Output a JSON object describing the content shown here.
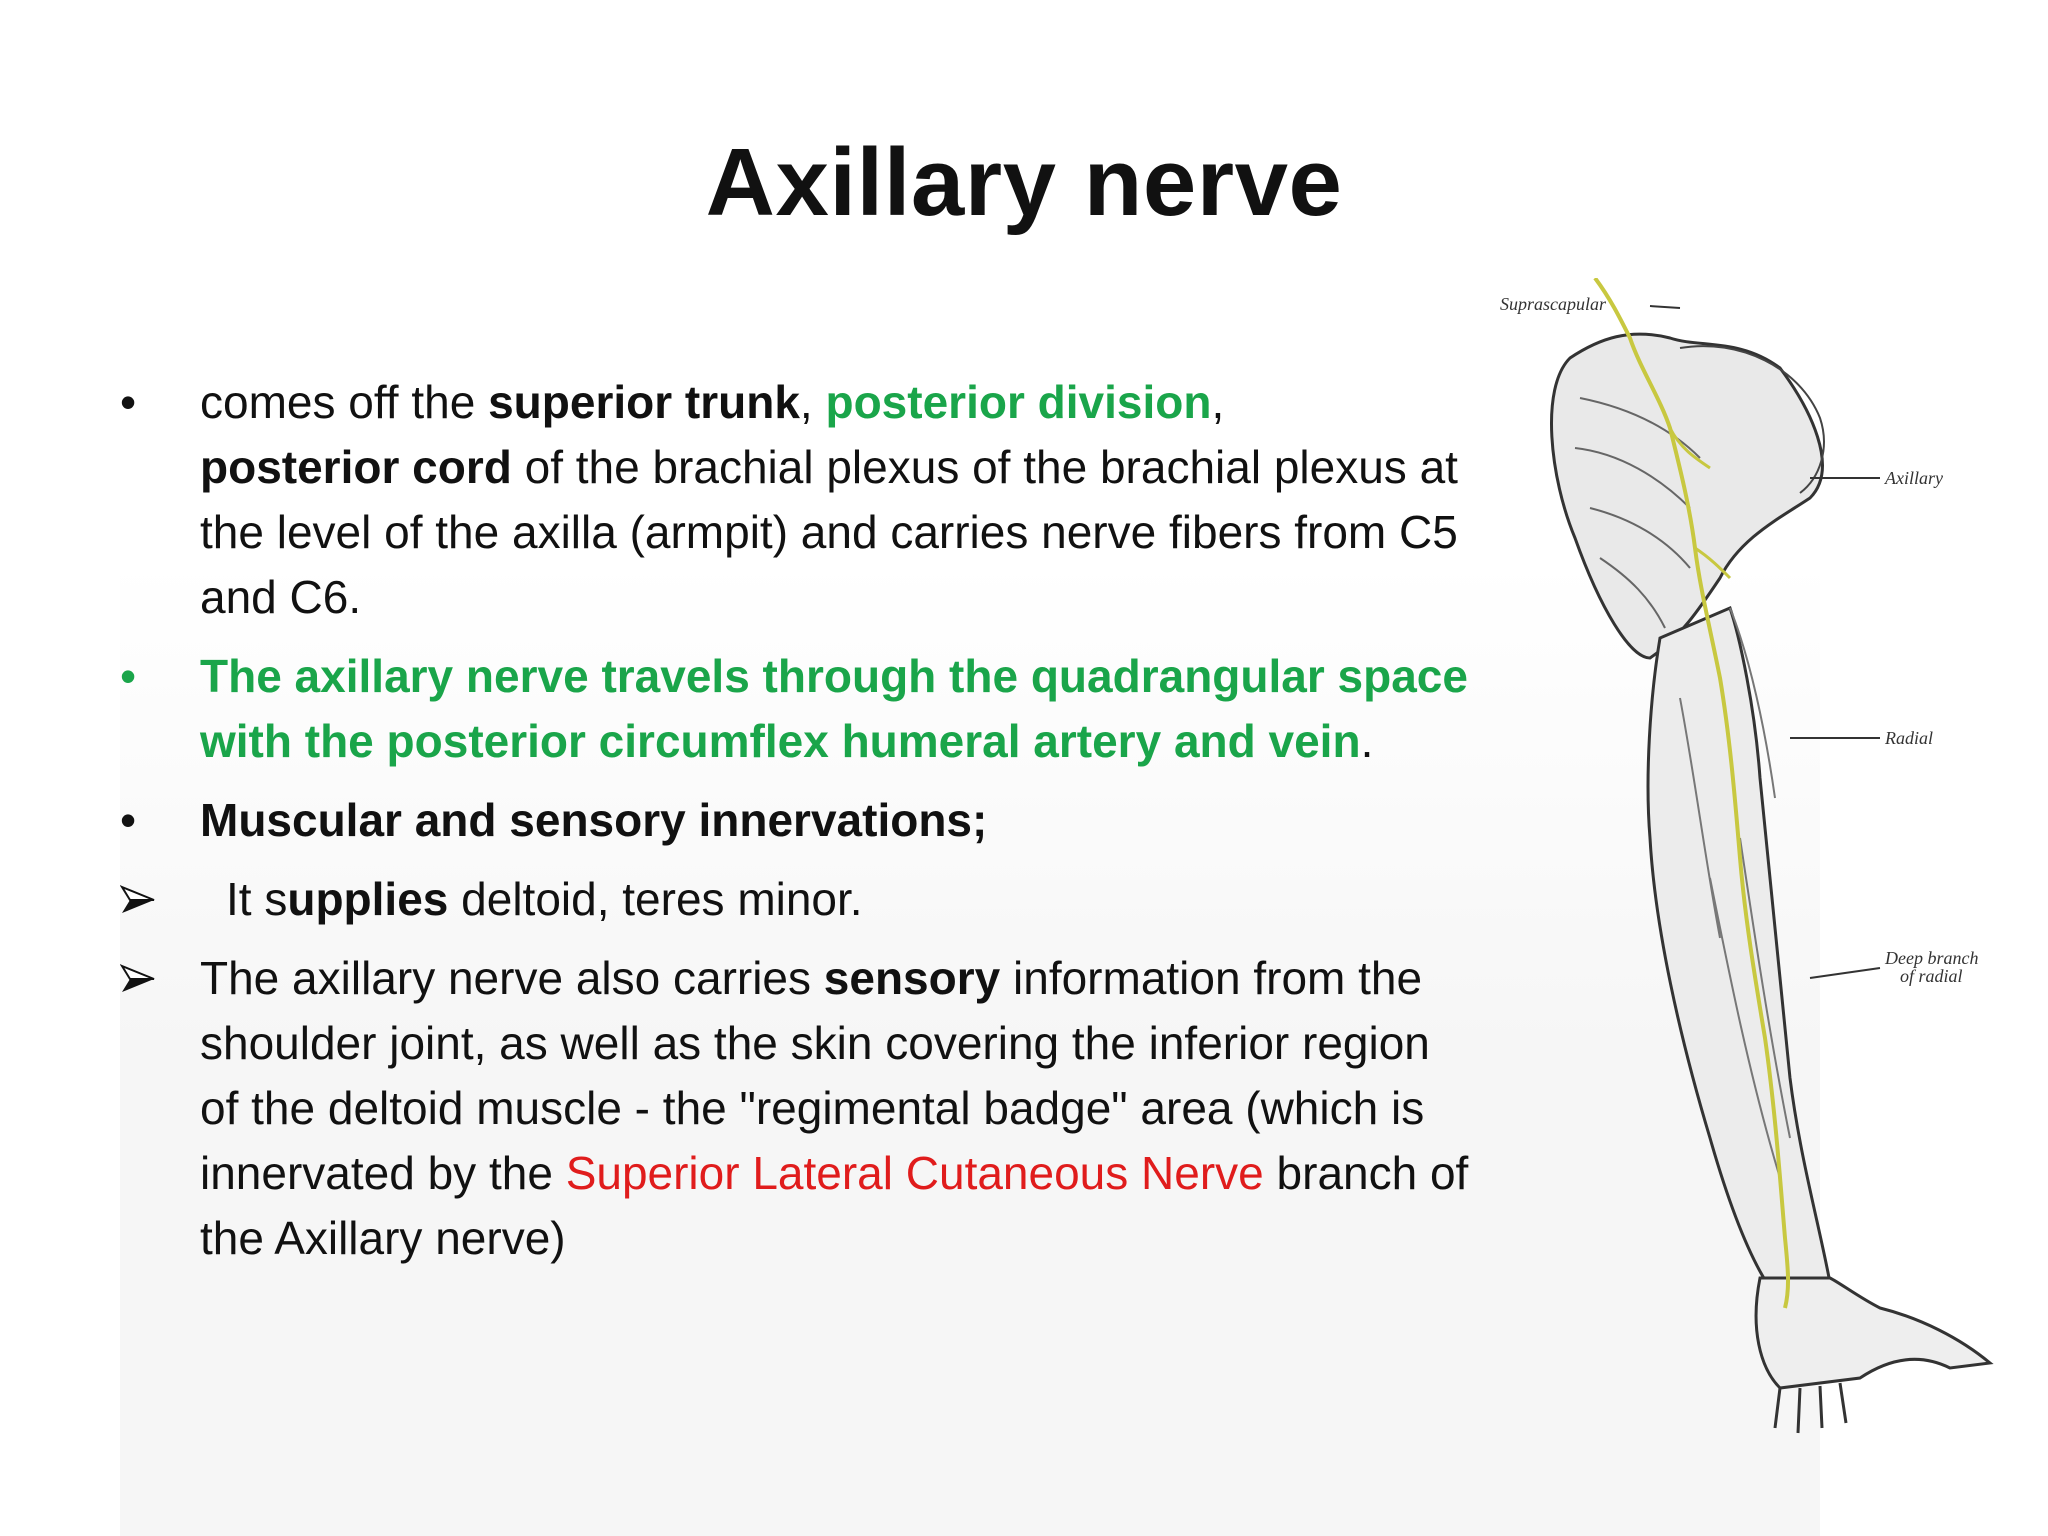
{
  "title": "Axillary nerve",
  "bullets": {
    "b1": {
      "t1": "comes off the ",
      "t2": "superior trunk",
      "t3": ", ",
      "t4": "posterior division",
      "t5": ",",
      "t6": "posterior cord",
      "t7": " of the brachial plexus of the brachial plexus at the level of the axilla (armpit) and carries nerve fibers from C5 and C6."
    },
    "b2": {
      "t1": "The axillary nerve travels through the quadrangular space with the posterior circumflex humeral artery and vein",
      "t2": "."
    },
    "b3": {
      "t1": "Muscular and sensory innervations;"
    },
    "a1": {
      "t1": "It s",
      "t2": "upplies",
      "t3": " deltoid, teres minor."
    },
    "a2": {
      "t1": "The axillary nerve also carries ",
      "t2": "sensory",
      "t3": " information from the shoulder joint, as well as the skin covering the inferior region of the deltoid muscle - the \"regimental badge\" area (which is innervated by the ",
      "t4": "Superior Lateral Cutaneous Nerve",
      "t5": " branch of the Axillary nerve)"
    }
  },
  "markers": {
    "bullet": "•",
    "arrow": "arrow-bullet-icon"
  },
  "figure": {
    "labels": {
      "suprascapular": "Suprascapular",
      "axillary": "Axillary",
      "radial": "Radial",
      "deep_branch_1": "Deep branch",
      "deep_branch_2": "of radial"
    }
  },
  "colors": {
    "green": "#1aa54a",
    "red": "#e01c1c",
    "text": "#111111"
  }
}
